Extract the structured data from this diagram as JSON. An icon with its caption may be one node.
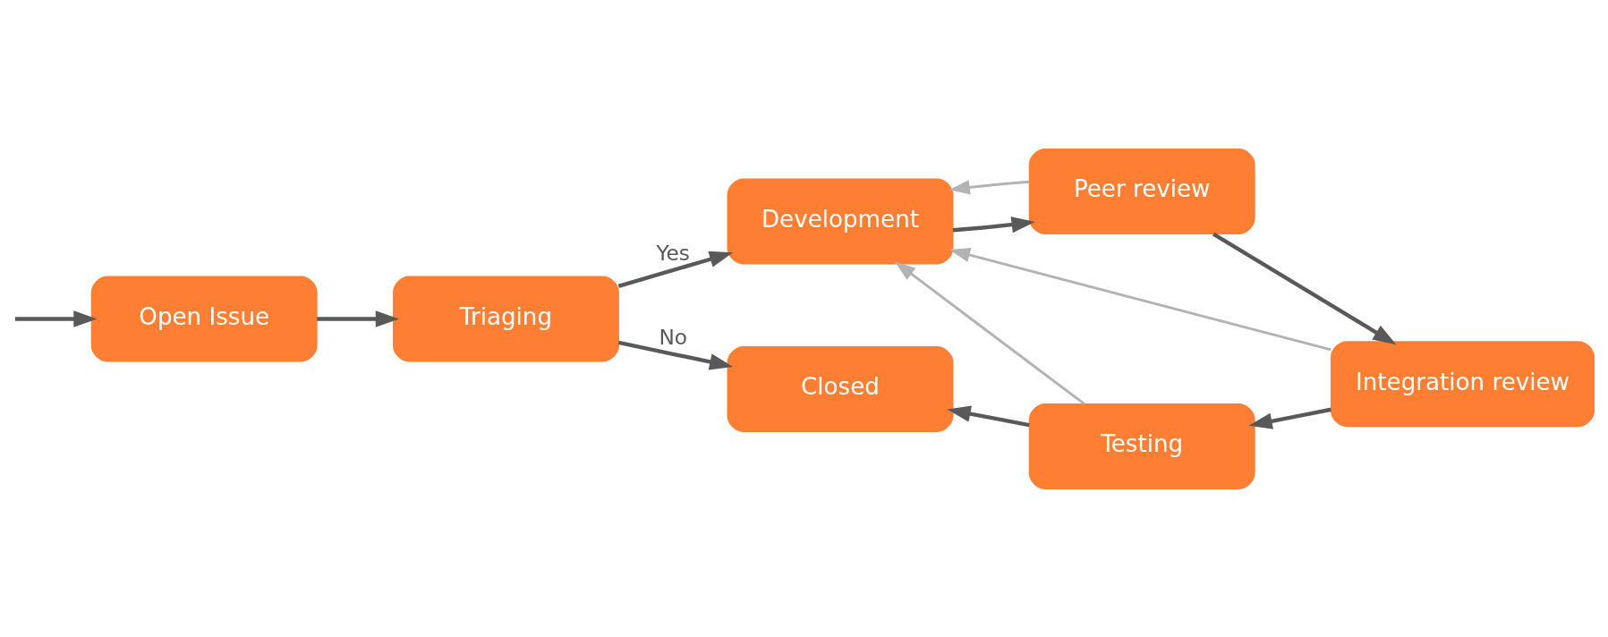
{
  "diagram": {
    "nodes": [
      {
        "text": [
          "Open Issue"
        ]
      },
      {
        "text": [
          "Triaging"
        ]
      },
      {
        "text": [
          "Development"
        ]
      },
      {
        "text": [
          "Peer review"
        ]
      },
      {
        "text": [
          "Integration review"
        ]
      },
      {
        "text": [
          "Testing"
        ]
      },
      {
        "text": [
          "Closed"
        ]
      }
    ],
    "edges": [
      {
        "from": null,
        "to": 0,
        "arrow": "to"
      },
      {
        "from": 0,
        "to": 1,
        "arrow": "to"
      },
      {
        "from": 1,
        "to": 2,
        "arrow": "to",
        "label": "Yes"
      },
      {
        "from": 1,
        "to": 6,
        "arrow": "to",
        "label": "No"
      },
      {
        "from": 2,
        "to": 3,
        "arrow": "to"
      },
      {
        "from": 3,
        "to": 4,
        "arrow": "to"
      },
      {
        "from": 4,
        "to": 5,
        "arrow": "to"
      },
      {
        "from": 5,
        "to": 6,
        "arrow": "to"
      },
      {
        "from": 3,
        "to": 2,
        "arrow": "to",
        "color": "#b3b3b3"
      },
      {
        "from": 4,
        "to": 2,
        "arrow": "to",
        "color": "#b3b3b3"
      },
      {
        "from": 5,
        "to": 2,
        "arrow": "to",
        "color": "#b3b3b3"
      }
    ]
  }
}
